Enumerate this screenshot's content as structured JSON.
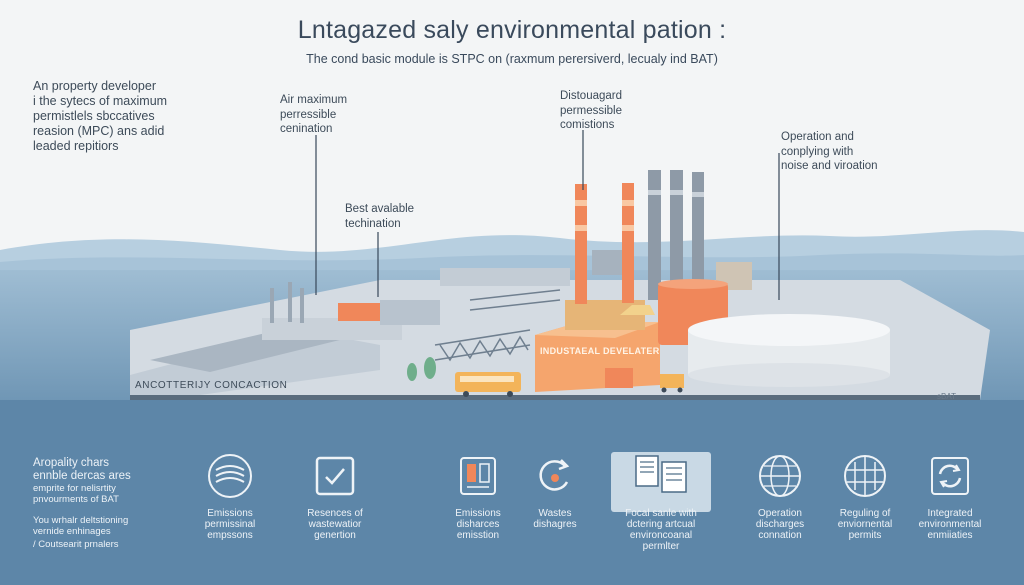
{
  "header": {
    "title": "Lntagazed saly environmental pation :",
    "subtitle": "The cond basic module is STPC on (raxmum perersiverd, lecualy ind BAT)"
  },
  "callouts": {
    "property_developer": "An property developer\ni the sytecs of maximum\npermistlels sbccatives\nreasion (MPC) ans adid\nleaded repitiors",
    "air": "Air maximum\nperressible\ncenination",
    "discharged": "Distouagard\npermessible\ncomistions",
    "operation": "Operation and\nconplying with\nnoise and viroation",
    "best_available": "Best avalable\ntechination"
  },
  "scene_labels": {
    "plant_sign": "INDUSTAEAL DEVELATER",
    "ground_label": "ANCOTTERIJY CONCACTION",
    "corner_tag": "sBAT"
  },
  "left_panel": {
    "heading": "Aropality chars\nennble dercas ares",
    "sub": "emprite for nelisrtity\npnvourments of BAT",
    "bullets": [
      "You wrhalr deltstioning\nvernide enhinages",
      "/ Coutsearit prnalers"
    ]
  },
  "icons": [
    {
      "icon": "layers-icon",
      "label": "Emissions\npermissinal\nempssons"
    },
    {
      "icon": "checkbox-icon",
      "label": "Resences of\nwastewatior\ngenertion"
    },
    {
      "icon": "document-icon",
      "label": "Emissions\ndisharces\nemisstion"
    },
    {
      "icon": "recycle-icon",
      "label": "Wastes\ndishagres"
    },
    {
      "icon": "report-icon",
      "label": "Focal sanle with\ndctering artcual\nenvironcoanal\npermlter"
    },
    {
      "icon": "globe-icon",
      "label": "Operation\ndischarges\nconnation"
    },
    {
      "icon": "globe-grid-icon",
      "label": "Reguling of\nenviornental\npermits"
    },
    {
      "icon": "refresh-frame-icon",
      "label": "Integrated\nenvironmental\nenmiiaties"
    }
  ],
  "colors": {
    "accent_orange": "#f0875a",
    "sea_blue": "#5d86a8",
    "title_text": "#3a4a5c"
  }
}
